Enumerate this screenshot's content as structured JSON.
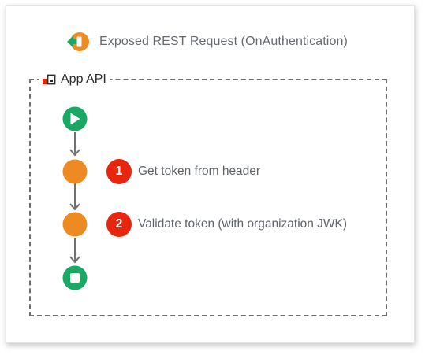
{
  "diagram": {
    "event_title": "Exposed REST Request (OnAuthentication)",
    "group_title": "App API",
    "icons": {
      "event": "exposed-rest-request-icon",
      "group": "app-api-icon",
      "start": "start-node-icon",
      "end": "end-node-icon"
    },
    "steps": [
      {
        "number": "1",
        "label": "Get token from header"
      },
      {
        "number": "2",
        "label": "Validate token (with organization JWK)"
      }
    ],
    "colors": {
      "start_end": "#1aa864",
      "action": "#ee8a22",
      "badge": "#e8260e",
      "event_icon": "#ee8a22",
      "event_arrow": "#1aa864",
      "connector": "#707070"
    }
  }
}
